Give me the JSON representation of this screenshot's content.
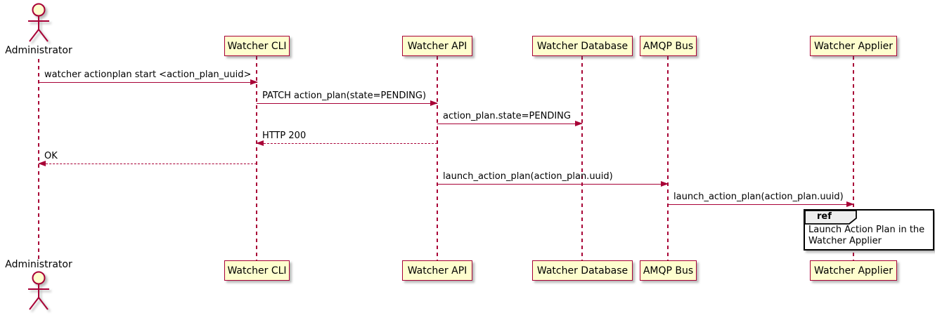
{
  "diagram_type": "uml-sequence",
  "colors": {
    "accent": "#A80036",
    "participant_fill": "#FEFECE",
    "ref_header_fill": "#EEEEEE",
    "ref_border": "#000000",
    "background": "#FFFFFF"
  },
  "actor": {
    "name": "Administrator"
  },
  "participants": [
    {
      "label": "Watcher CLI"
    },
    {
      "label": "Watcher API"
    },
    {
      "label": "Watcher Database"
    },
    {
      "label": "AMQP Bus"
    },
    {
      "label": "Watcher Applier"
    }
  ],
  "messages": [
    {
      "label": "watcher actionplan start <action_plan_uuid>",
      "from": "Administrator",
      "to": "Watcher CLI",
      "line": "solid",
      "direction": "right"
    },
    {
      "label": "PATCH action_plan(state=PENDING)",
      "from": "Watcher CLI",
      "to": "Watcher API",
      "line": "solid",
      "direction": "right"
    },
    {
      "label": "action_plan.state=PENDING",
      "from": "Watcher API",
      "to": "Watcher Database",
      "line": "solid",
      "direction": "right"
    },
    {
      "label": "HTTP 200",
      "from": "Watcher API",
      "to": "Watcher CLI",
      "line": "dashed",
      "direction": "left"
    },
    {
      "label": "OK",
      "from": "Watcher CLI",
      "to": "Administrator",
      "line": "dashed",
      "direction": "left"
    },
    {
      "label": "launch_action_plan(action_plan.uuid)",
      "from": "Watcher API",
      "to": "AMQP Bus",
      "line": "solid",
      "direction": "right"
    },
    {
      "label": "launch_action_plan(action_plan.uuid)",
      "from": "AMQP Bus",
      "to": "Watcher Applier",
      "line": "solid",
      "direction": "right"
    }
  ],
  "ref": {
    "keyword": "ref",
    "lines": [
      "Launch Action Plan in the",
      "Watcher Applier"
    ]
  }
}
